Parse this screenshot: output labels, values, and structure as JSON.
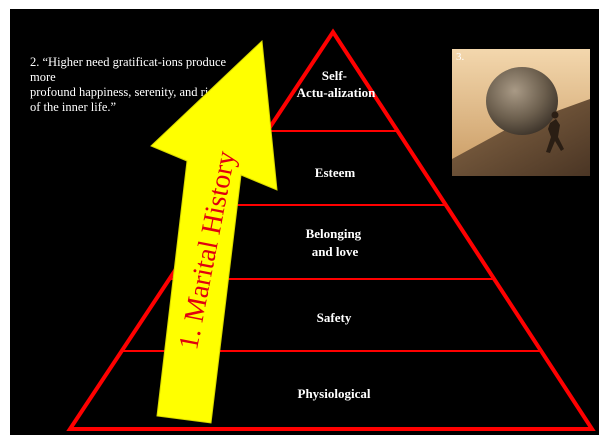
{
  "slide": {
    "background": "#000000",
    "quote": {
      "lines": [
        "2. “Higher need gratificat-ions produce",
        "more",
        "profound happiness, serenity, and richness",
        "of the inner life.”"
      ]
    },
    "photo": {
      "number": "3.",
      "icon": "sisyphus-boulder-icon"
    },
    "arrow": {
      "label": "1. Marital History",
      "fill": "#ffff00",
      "text_color": "#e0000f"
    }
  },
  "pyramid": {
    "outline_color": "#ff0000",
    "label_color": "#ffffff",
    "levels": [
      {
        "label": "Self-\nActu-alization"
      },
      {
        "label": "Esteem"
      },
      {
        "label": "Belonging\nand love"
      },
      {
        "label": "Safety"
      },
      {
        "label": "Physiological"
      }
    ]
  }
}
